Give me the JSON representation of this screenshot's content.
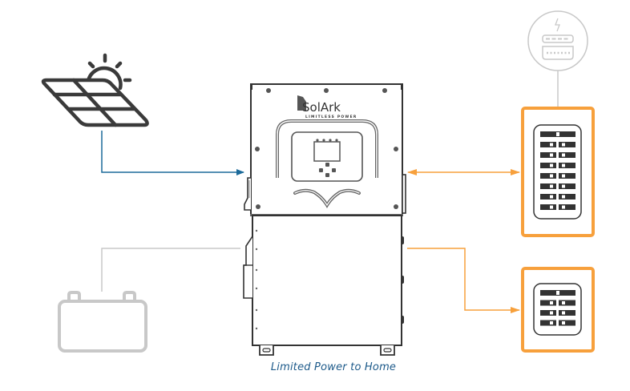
{
  "diagram": {
    "caption": "Limited Power to Home",
    "brand_name": "SolArk",
    "brand_tagline": "LIMITLESS POWER",
    "components": [
      {
        "id": "solar-panel",
        "label": "Solar Panel",
        "icon": "solar-panel-icon"
      },
      {
        "id": "battery",
        "label": "Battery",
        "icon": "battery-icon"
      },
      {
        "id": "inverter",
        "label": "Sol-Ark Inverter",
        "icon": "inverter-icon"
      },
      {
        "id": "utility-meter",
        "label": "Utility Meter",
        "icon": "meter-icon"
      },
      {
        "id": "main-panel",
        "label": "Main Breaker Panel",
        "icon": "breaker-panel-icon"
      },
      {
        "id": "sub-panel",
        "label": "Sub Breaker Panel",
        "icon": "breaker-panel-icon"
      }
    ],
    "connections": [
      {
        "from": "solar-panel",
        "to": "inverter",
        "direction": "one-way"
      },
      {
        "from": "battery",
        "to": "inverter",
        "direction": "none"
      },
      {
        "from": "inverter",
        "to": "main-panel",
        "direction": "two-way"
      },
      {
        "from": "inverter",
        "to": "sub-panel",
        "direction": "one-way"
      },
      {
        "from": "utility-meter",
        "to": "main-panel",
        "direction": "none"
      }
    ],
    "colors": {
      "pv_line": "#1b6a9a",
      "ac_line": "#f7a03c",
      "panel_border": "#f7a03c",
      "device_stroke": "#333333",
      "inactive": "#c8c8c8"
    }
  }
}
